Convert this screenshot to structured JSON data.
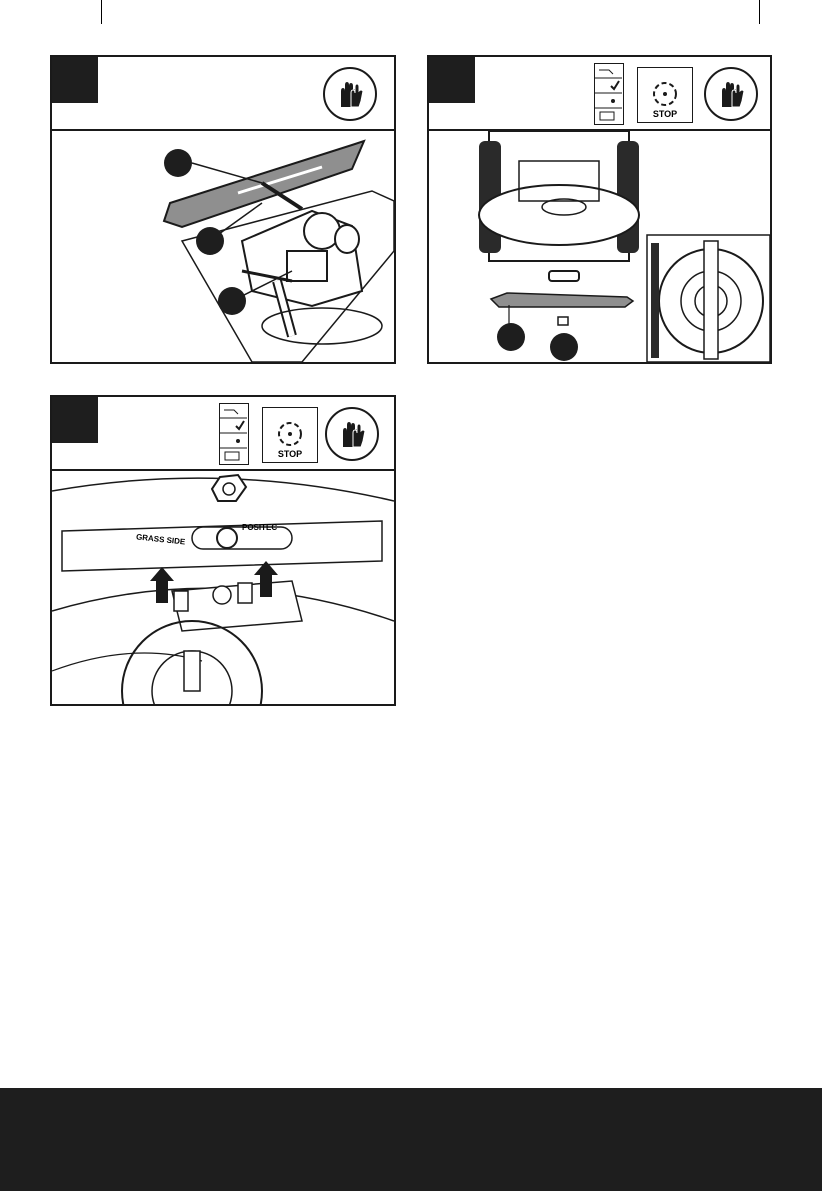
{
  "panels": [
    {
      "id": "sharpen-blade",
      "icons": [
        "gloves-icon"
      ],
      "callouts": 3
    },
    {
      "id": "remove-blade",
      "icons": [
        "manual-icon",
        "stop-icon",
        "gloves-icon"
      ],
      "callouts": 2
    },
    {
      "id": "fit-blade",
      "icons": [
        "manual-icon",
        "stop-icon",
        "gloves-icon"
      ],
      "callouts": 0
    }
  ],
  "stop_icon_label": "STOP",
  "blade_text": {
    "grass_side": "GRASS SIDE",
    "brand": "POSITEC"
  },
  "colors": {
    "ink": "#1e1e1e",
    "blade_fill": "#8f8f8f",
    "background": "#ffffff"
  }
}
